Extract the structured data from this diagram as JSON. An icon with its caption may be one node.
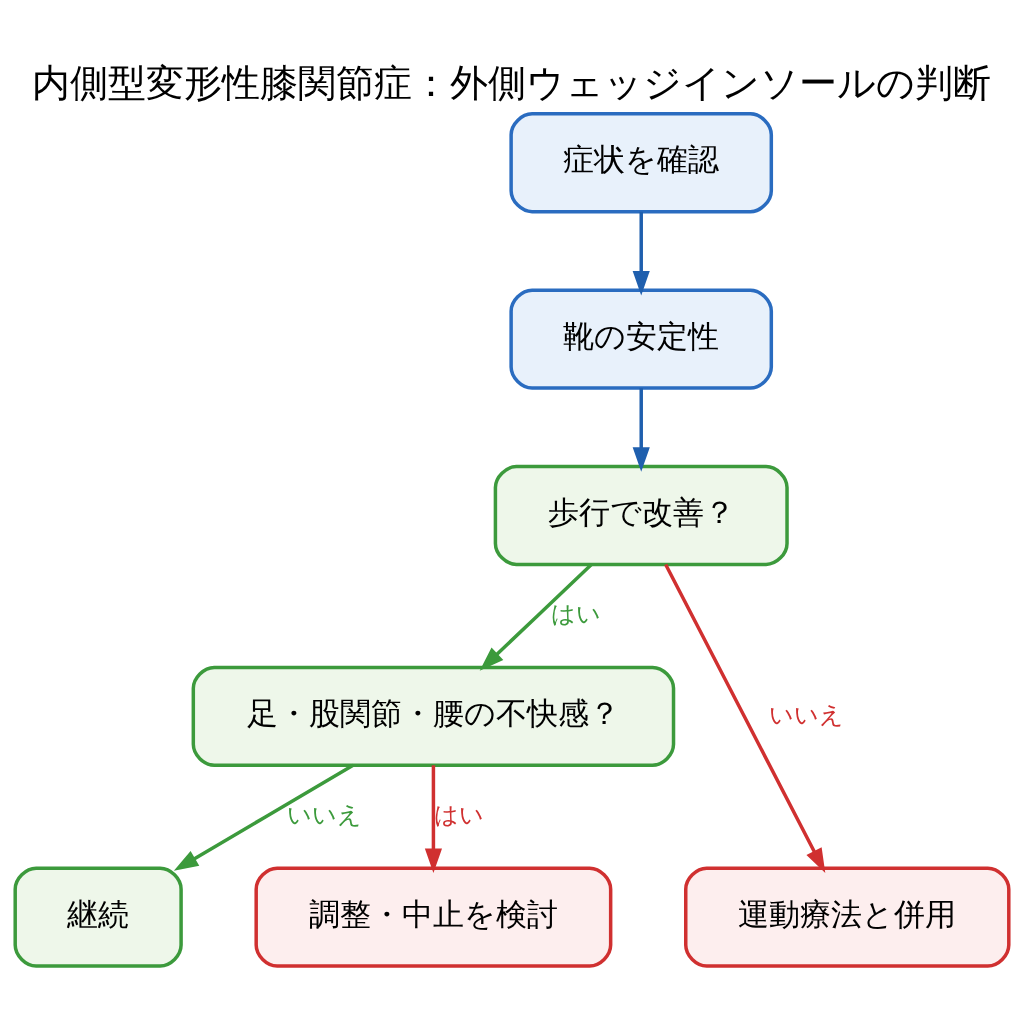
{
  "diagram": {
    "title": "内側型変形性膝関節症：外側ウェッジインソールの判断",
    "nodes": [
      {
        "text": [
          "症状を確認"
        ]
      },
      {
        "text": [
          "靴の安定性"
        ]
      },
      {
        "text": [
          "歩行で改善？"
        ]
      },
      {
        "text": [
          "足・股関節・腰の不快感？"
        ]
      },
      {
        "text": [
          "継続"
        ]
      },
      {
        "text": [
          "調整・中止を検討"
        ]
      },
      {
        "text": [
          "運動療法と併用"
        ]
      }
    ],
    "edges": [
      {
        "from": 0,
        "to": 1,
        "arrow": "to",
        "color": "#1f5fae"
      },
      {
        "from": 1,
        "to": 2,
        "arrow": "to",
        "color": "#1f5fae"
      },
      {
        "from": 2,
        "to": 3,
        "arrow": "to",
        "label": "はい",
        "color": "#3c9a3c"
      },
      {
        "from": 2,
        "to": 6,
        "arrow": "to",
        "label": "いいえ",
        "color": "#d03030"
      },
      {
        "from": 3,
        "to": 4,
        "arrow": "to",
        "label": "いいえ",
        "color": "#3c9a3c"
      },
      {
        "from": 3,
        "to": 5,
        "arrow": "to",
        "label": "はい",
        "color": "#d03030"
      }
    ]
  }
}
